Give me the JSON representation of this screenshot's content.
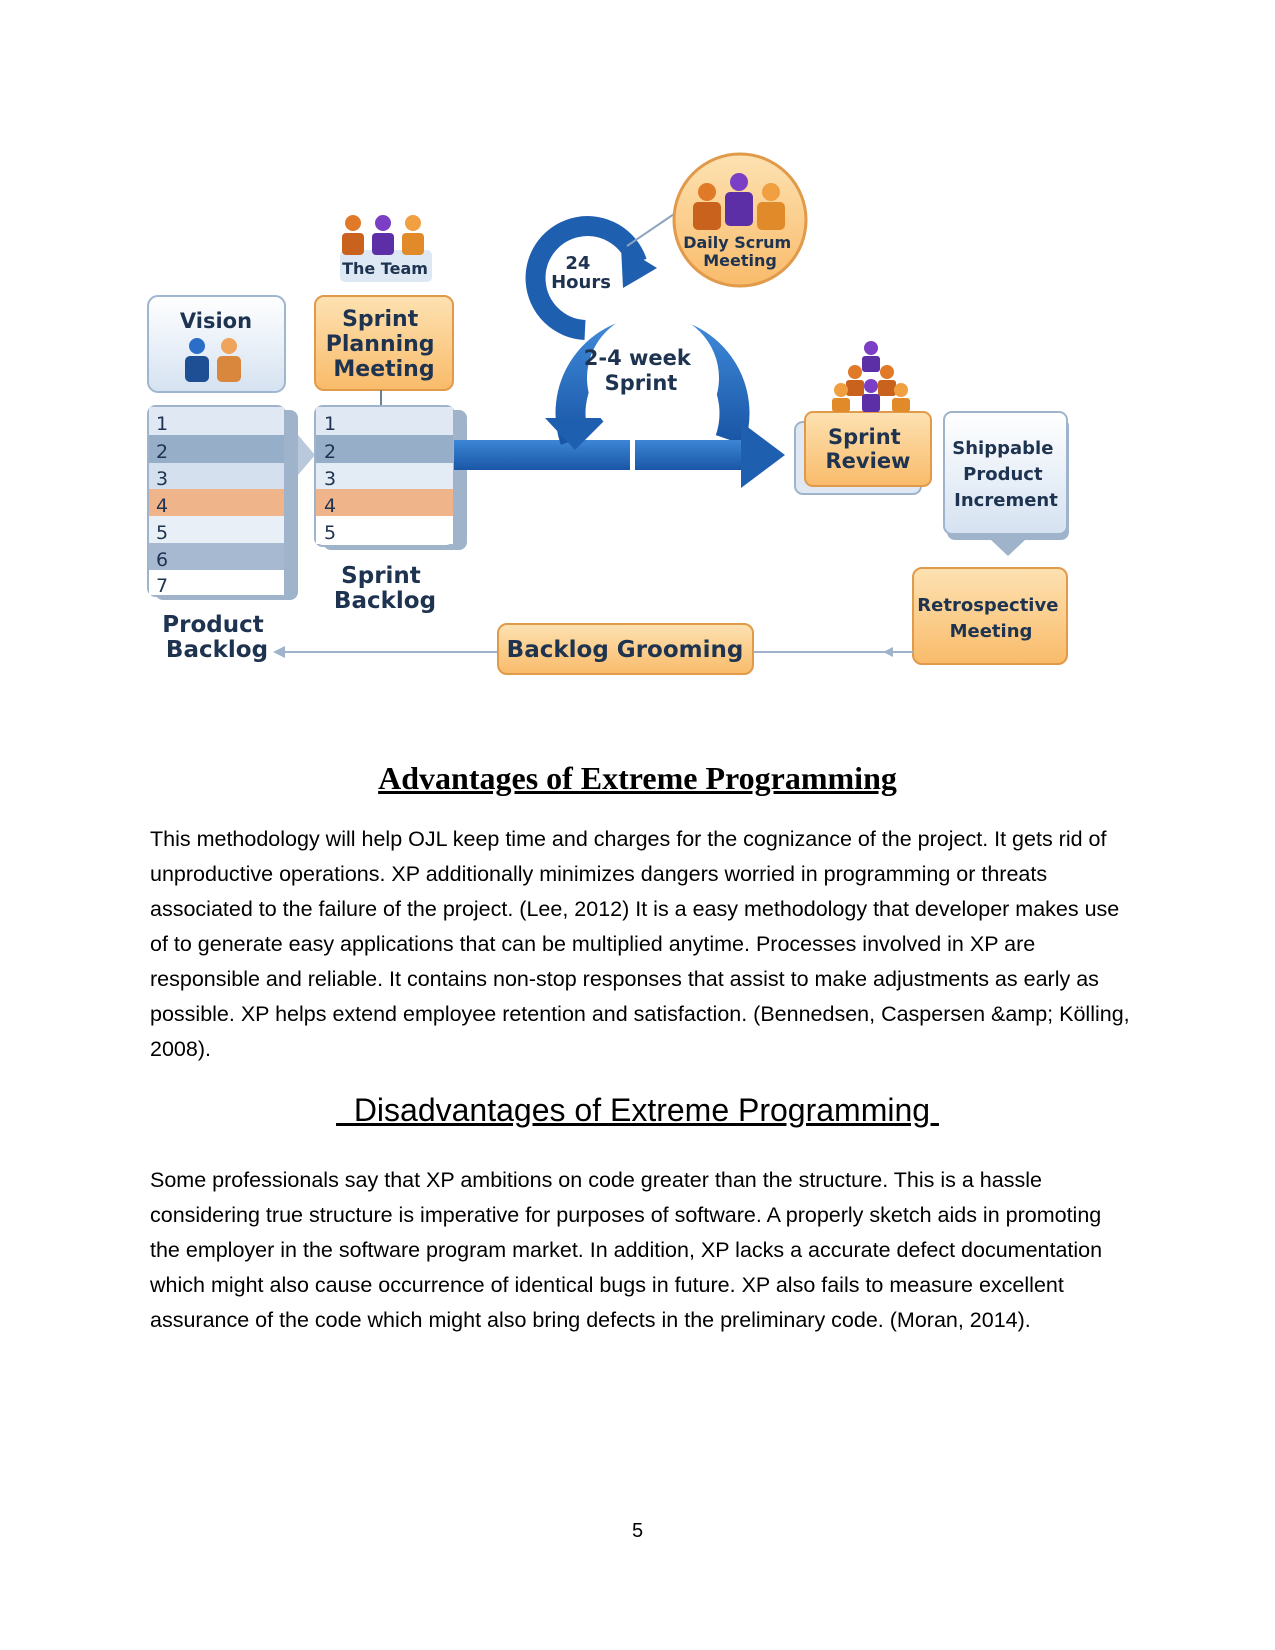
{
  "diagram": {
    "team_label": "The Team",
    "vision_label": "Vision",
    "sprint_planning_label": [
      "Sprint",
      "Planning",
      "Meeting"
    ],
    "daily_scrum_label": [
      "Daily Scrum",
      "Meeting"
    ],
    "hours_label": [
      "24",
      "Hours"
    ],
    "sprint_label": [
      "2-4 week",
      "Sprint"
    ],
    "sprint_review_label": [
      "Sprint",
      "Review"
    ],
    "shippable_label": [
      "Shippable",
      "Product",
      "Increment"
    ],
    "retrospective_label": [
      "Retrospective",
      "Meeting"
    ],
    "backlog_grooming_label": "Backlog Grooming",
    "product_backlog_label": [
      "Product",
      "Backlog"
    ],
    "sprint_backlog_label": [
      "Sprint",
      "Backlog"
    ],
    "product_backlog_items": [
      "1",
      "2",
      "3",
      "4",
      "5",
      "6",
      "7"
    ],
    "sprint_backlog_items": [
      "1",
      "2",
      "3",
      "4",
      "5"
    ],
    "colors": {
      "orange_box": "#fbc97c",
      "orange_border": "#e8a04f",
      "blue_dark": "#1f5fb0",
      "blue_light": "#dbe6f3",
      "row_dark": "#9db3cc",
      "row_orange": "#f2b58a"
    }
  },
  "advantages": {
    "heading": "Advantages of Extreme Programming",
    "text": "This methodology will help OJL keep time and charges for the cognizance of the project. It gets rid of unproductive operations. XP additionally minimizes dangers worried in programming or threats associated to the failure of the project. (Lee, 2012) It is a easy methodology that developer makes use of to generate easy applications that can be multiplied anytime. Processes involved in XP are responsible and reliable. It contains non-stop responses that assist to make adjustments as early as possible. XP helps extend employee retention and satisfaction. (Bennedsen, Caspersen &amp; Kölling, 2008)."
  },
  "disadvantages": {
    "heading": "  Disadvantages of Extreme Programming ",
    "text": "Some professionals say that XP ambitions on code greater than the structure. This is a hassle considering true structure is imperative for purposes of software. A properly sketch aids in promoting the employer in the software program market. In addition, XP lacks a accurate defect documentation which might also cause occurrence of identical bugs in future. XP also fails to measure excellent assurance of the code which might also bring defects in the preliminary code. (Moran, 2014)."
  },
  "page_number": "5"
}
